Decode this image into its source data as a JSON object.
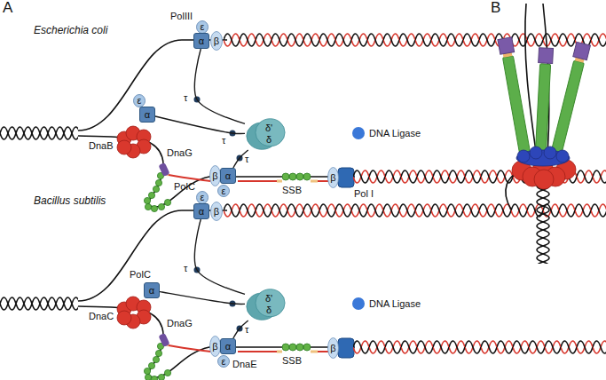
{
  "diagram": {
    "nodes": [
      {
        "text": [
          "ε"
        ]
      },
      {
        "text": [
          "α"
        ]
      },
      {
        "text": [
          "β"
        ]
      },
      {
        "text": [
          "ε"
        ]
      },
      {
        "text": [
          "α"
        ]
      },
      {
        "text": [
          "δ'",
          "δ"
        ]
      },
      {
        "text": [
          "β"
        ]
      },
      {
        "text": [
          "α"
        ]
      },
      {
        "text": [
          "ε"
        ]
      },
      {
        "text": [
          "β"
        ]
      },
      {
        "text": [
          "ε"
        ]
      },
      {
        "text": [
          "α"
        ]
      },
      {
        "text": [
          "β"
        ]
      },
      {
        "text": [
          "α"
        ]
      },
      {
        "text": [
          "δ'",
          "δ"
        ]
      },
      {
        "text": [
          "β"
        ]
      },
      {
        "text": [
          "α"
        ]
      },
      {
        "text": [
          "ε"
        ]
      },
      {
        "text": [
          "β"
        ]
      }
    ],
    "edges": [
      {
        "from": 5,
        "to": 1,
        "arrow": "none"
      },
      {
        "from": 5,
        "to": 4,
        "arrow": "none"
      },
      {
        "from": 5,
        "to": 7,
        "arrow": "none"
      },
      {
        "from": 14,
        "to": 11,
        "arrow": "none"
      },
      {
        "from": 14,
        "to": 13,
        "arrow": "none"
      },
      {
        "from": 14,
        "to": 16,
        "arrow": "none"
      }
    ],
    "labels": [
      "A",
      "B",
      "Escherichia coli",
      "PolIII",
      "τ",
      "τ",
      "τ",
      "DnaB",
      "DnaG",
      "SSB",
      "DNA Ligase",
      "Pol I",
      "Bacillus subtilis",
      "PolC",
      "PolC",
      "τ",
      "τ",
      "DnaC",
      "DnaG",
      "DnaE",
      "SSB",
      "DNA Ligase"
    ]
  }
}
